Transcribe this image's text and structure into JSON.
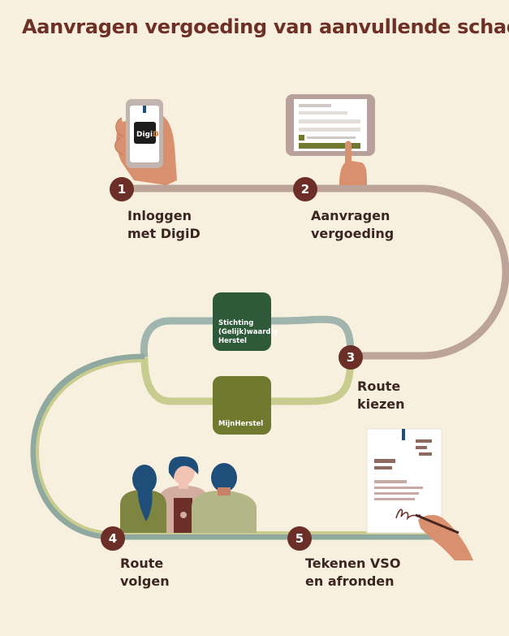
{
  "title": "Aanvragen vergoeding van aanvullende schade",
  "steps": [
    {
      "number": "1",
      "lines": [
        "Inloggen",
        "met DigiD"
      ]
    },
    {
      "number": "2",
      "lines": [
        "Aanvragen",
        "vergoeding"
      ]
    },
    {
      "number": "3",
      "lines": [
        "Route",
        "kiezen"
      ]
    },
    {
      "number": "4",
      "lines": [
        "Route",
        "volgen"
      ]
    },
    {
      "number": "5",
      "lines": [
        "Tekenen VSO",
        "en afronden"
      ]
    }
  ],
  "routes": {
    "option_a_lines": [
      "Stichting",
      "(Gelijk)waardig",
      "Herstel"
    ],
    "option_b": "MijnHerstel"
  },
  "digid_logo": {
    "prefix": "Digi",
    "suffix": "D"
  },
  "colors": {
    "background": "#f8f0df",
    "title": "#6e2f24",
    "badge": "#6b2f27",
    "path_upper": "#bca49b",
    "path_green_light": "#c8cc8e",
    "path_green_blue": "#8fa9a0",
    "box_dark_green": "#2e5a39",
    "box_olive": "#6f7a2e",
    "skin": "#d8906f",
    "hair_blue": "#1f4e7a"
  }
}
